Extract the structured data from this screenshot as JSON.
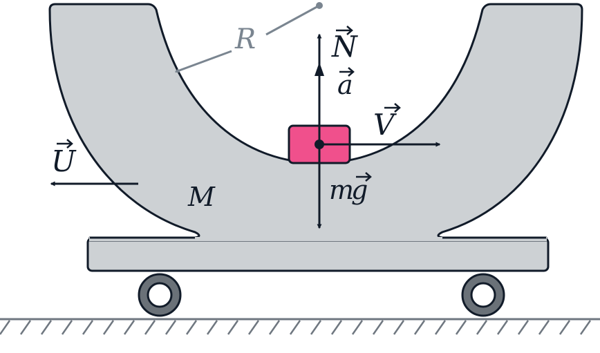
{
  "labels": {
    "radius": "R",
    "normal_force": "N",
    "acceleration": "a",
    "velocity": "V",
    "cart_velocity": "U",
    "cart_mass": "M",
    "gravity_m": "m",
    "gravity_g": "g"
  },
  "colors": {
    "body_fill": "#cdd1d4",
    "outline": "#111b29",
    "block_fill": "#f0508c",
    "wheel_ring": "#6a7178",
    "guide_gray": "#7a8590",
    "ground": "#6f7780"
  }
}
